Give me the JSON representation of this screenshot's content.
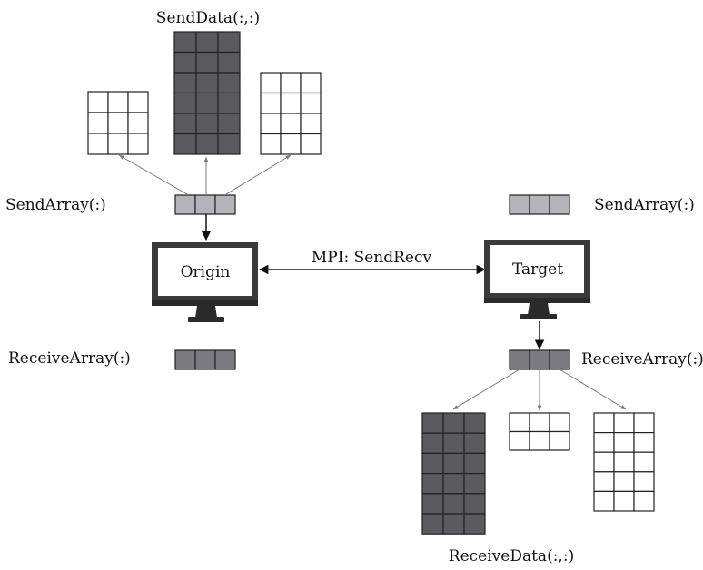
{
  "labels": {
    "send_data": "SendData(:,:)",
    "send_array_left": "SendArray(:)",
    "send_array_right": "SendArray(:)",
    "receive_array_left": "ReceiveArray(:)",
    "receive_array_right": "ReceiveArray(:)",
    "receive_data": "ReceiveData(:,:)",
    "mpi_link": "MPI: SendRecv"
  },
  "computers": {
    "origin": {
      "label": "Origin"
    },
    "target": {
      "label": "Target"
    }
  },
  "colors": {
    "dark_fill": "#5a5a5f",
    "medium_fill": "#7a7a80",
    "light_fill": "#b3b3b9",
    "white_fill": "#ffffff",
    "stroke": "#222222",
    "arrow_thin": "#777777",
    "computer": "#3a3a3a"
  }
}
